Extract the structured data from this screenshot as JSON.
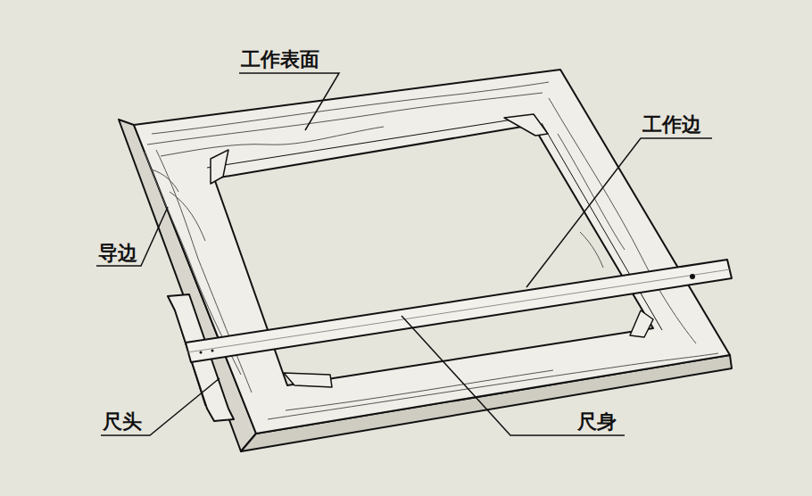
{
  "diagram": {
    "labels": [
      "工作表面",
      "工作边",
      "导边",
      "尺头",
      "尺身"
    ]
  }
}
